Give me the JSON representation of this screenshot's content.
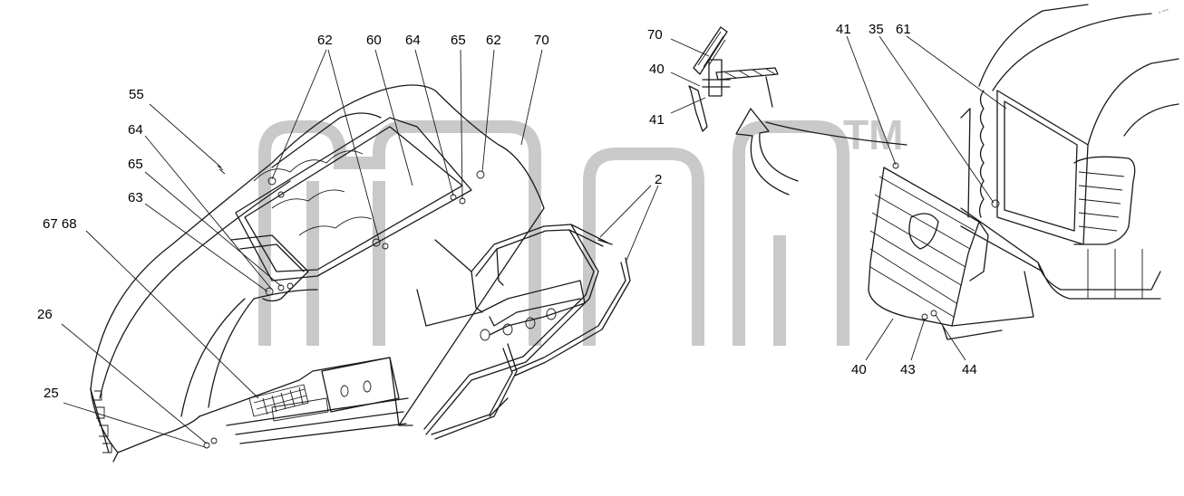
{
  "watermark": {
    "trademark": "TM"
  },
  "corner_mark": "° °°°",
  "callouts": [
    {
      "id": "l62a",
      "text": "62"
    },
    {
      "id": "l60",
      "text": "60"
    },
    {
      "id": "l64a",
      "text": "64"
    },
    {
      "id": "l65a",
      "text": "65"
    },
    {
      "id": "l62b",
      "text": "62"
    },
    {
      "id": "l70a",
      "text": "70"
    },
    {
      "id": "l55",
      "text": "55"
    },
    {
      "id": "l64b",
      "text": "64"
    },
    {
      "id": "l65b",
      "text": "65"
    },
    {
      "id": "l63",
      "text": "63"
    },
    {
      "id": "l6768",
      "text": "67 68"
    },
    {
      "id": "l26",
      "text": "26"
    },
    {
      "id": "l25",
      "text": "25"
    },
    {
      "id": "l2",
      "text": "2"
    },
    {
      "id": "l70b",
      "text": "70"
    },
    {
      "id": "l40a",
      "text": "40"
    },
    {
      "id": "l41a",
      "text": "41"
    },
    {
      "id": "l41b",
      "text": "41"
    },
    {
      "id": "l35",
      "text": "35"
    },
    {
      "id": "l61",
      "text": "61"
    },
    {
      "id": "l40b",
      "text": "40"
    },
    {
      "id": "l43",
      "text": "43"
    },
    {
      "id": "l44",
      "text": "44"
    }
  ]
}
